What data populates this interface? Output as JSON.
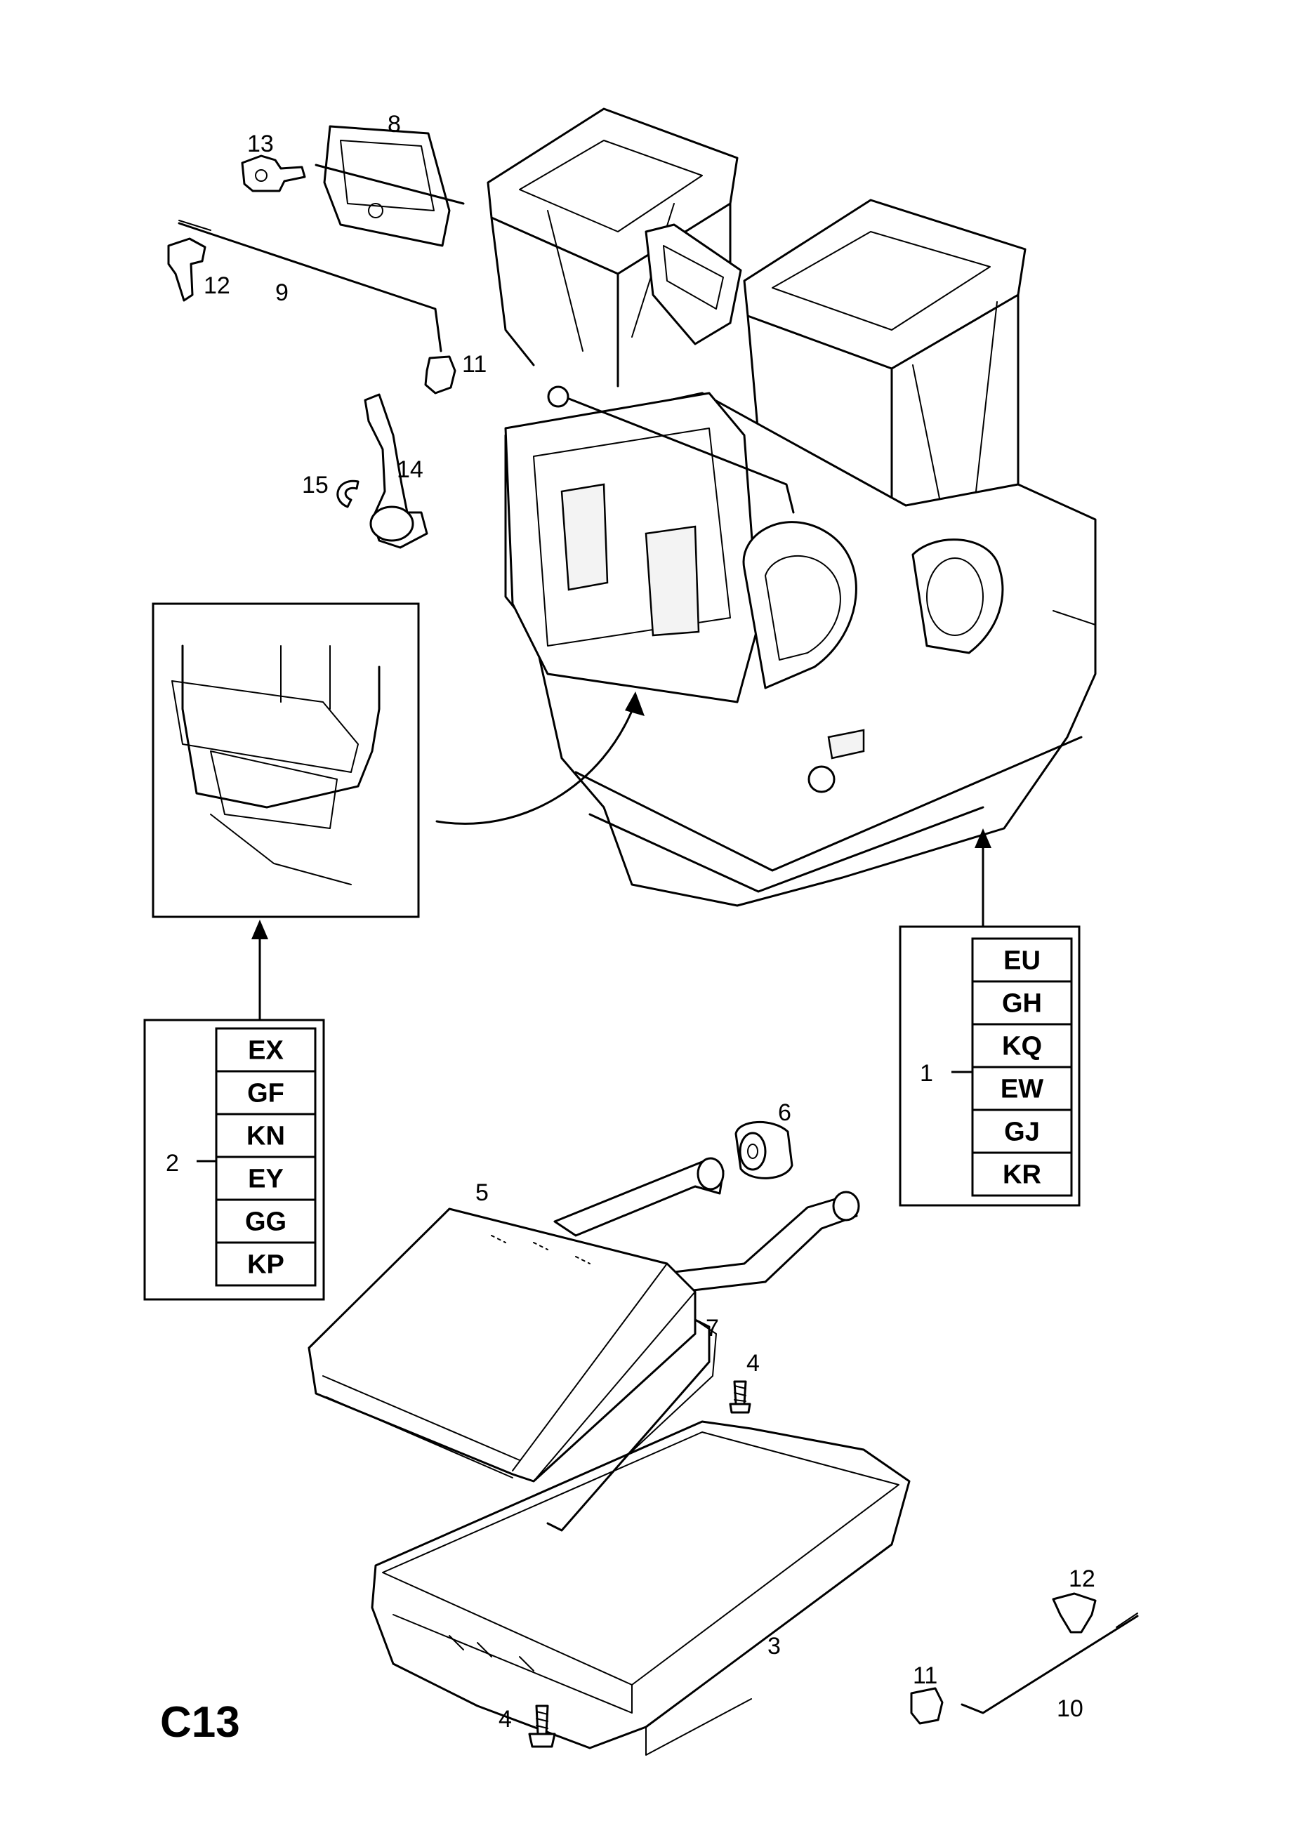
{
  "page_id": "C13",
  "callouts": {
    "c13": "13",
    "c8": "8",
    "c12a": "12",
    "c9": "9",
    "c11a": "11",
    "c15": "15",
    "c14": "14",
    "c1": "1",
    "c2": "2",
    "c6": "6",
    "c5": "5",
    "c7": "7",
    "c4a": "4",
    "c3": "3",
    "c12b": "12",
    "c11b": "11",
    "c10": "10",
    "c4b": "4"
  },
  "code_table_1": [
    "EU",
    "GH",
    "KQ",
    "EW",
    "GJ",
    "KR"
  ],
  "code_table_2": [
    "EX",
    "GF",
    "KN",
    "EY",
    "GG",
    "KP"
  ]
}
